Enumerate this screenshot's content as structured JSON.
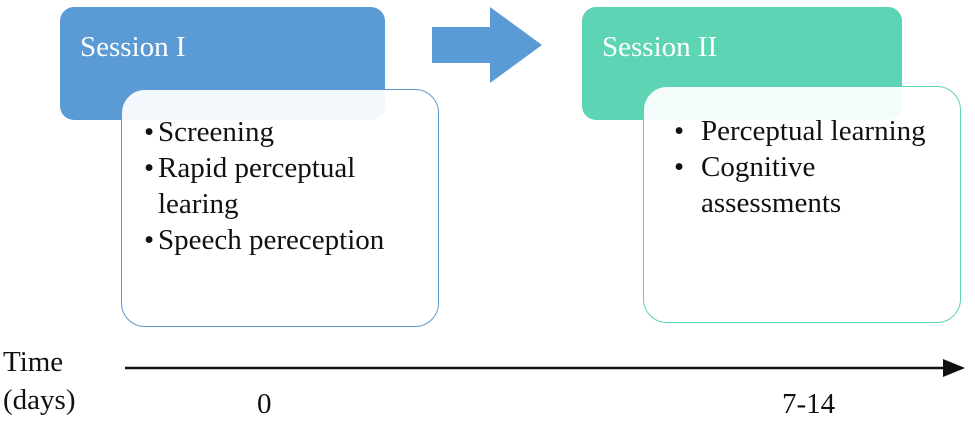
{
  "sessions": [
    {
      "title": "Session  I",
      "color": "#5b9bd5",
      "items": [
        "Screening",
        "Rapid perceptual learing",
        "Speech pereception"
      ]
    },
    {
      "title": "Session II",
      "color": "#5dd4b4",
      "items": [
        "Perceptual learning",
        "Cognitive assessments"
      ]
    }
  ],
  "bullet_glyph": "•",
  "flow_arrow": "right-arrow",
  "timeline": {
    "label_line1": "Time",
    "label_line2": "(days)",
    "ticks": [
      "0",
      "7-14"
    ]
  }
}
